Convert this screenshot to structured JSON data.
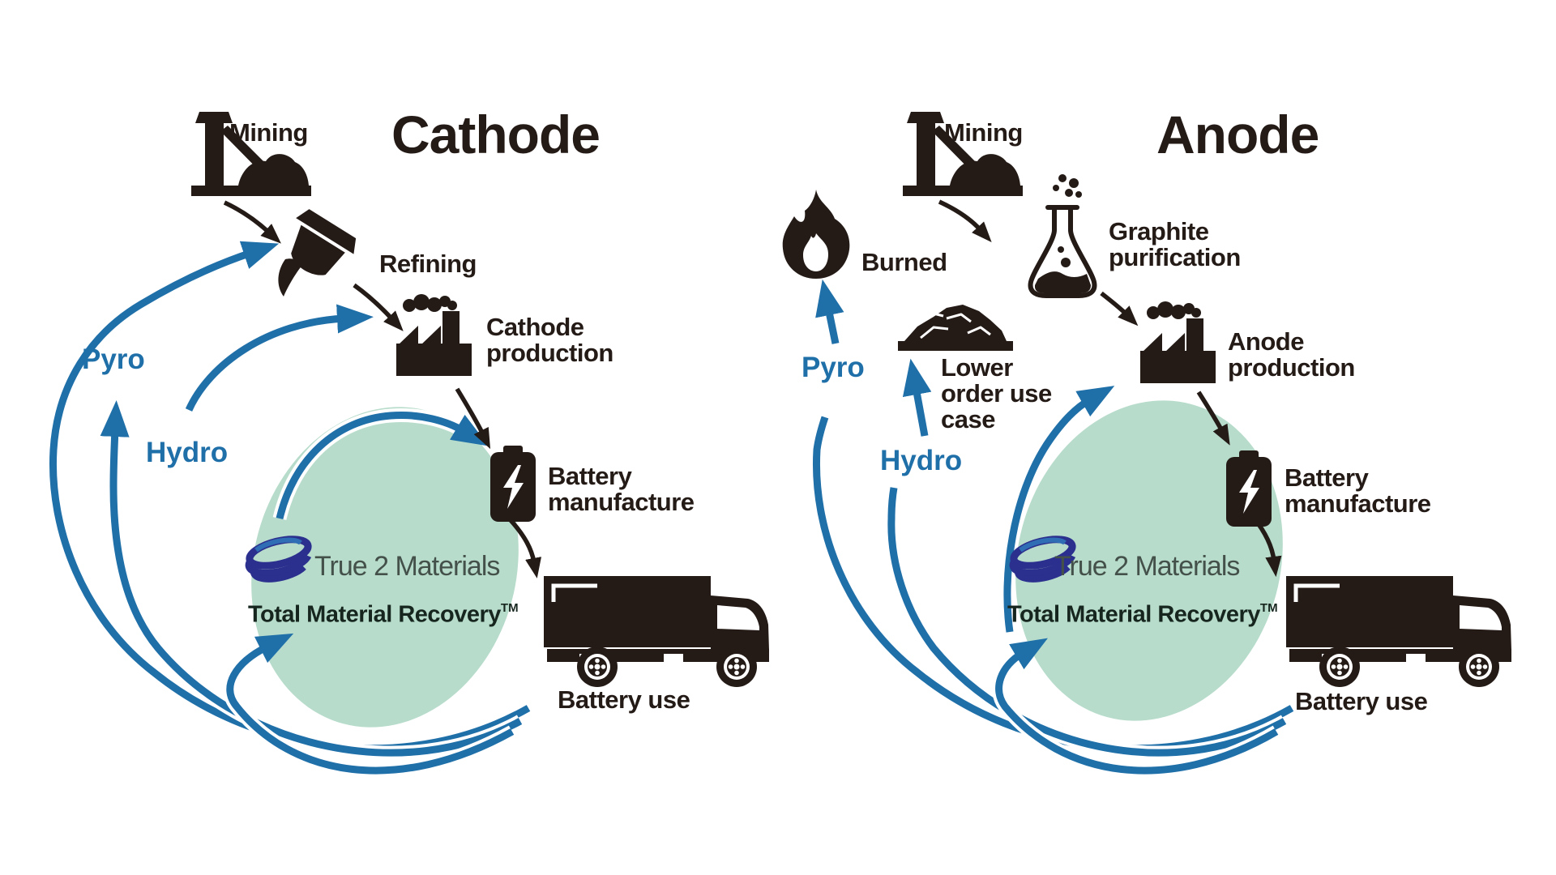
{
  "palette": {
    "ink": "#241a16",
    "blue": "#1f6fa9",
    "green": "#b7dccb",
    "navy": "#2b2f8e",
    "accent": "#2f6db5",
    "brand": "#44504a",
    "tag": "#16261f",
    "bg": "#ffffff"
  },
  "cathode": {
    "title": "Cathode",
    "mining": "Mining",
    "refining": "Refining",
    "production_line1": "Cathode",
    "production_line2": "production",
    "battery_line1": "Battery",
    "battery_line2": "manufacture",
    "battery_use": "Battery use",
    "pyro": "Pyro",
    "hydro": "Hydro",
    "brand_name": "True 2 Materials",
    "tagline": "Total Material Recovery",
    "tm": "TM"
  },
  "anode": {
    "title": "Anode",
    "mining": "Mining",
    "burned": "Burned",
    "purification_line1": "Graphite",
    "purification_line2": "purification",
    "lower_line1": "Lower",
    "lower_line2": "order use",
    "lower_line3": "case",
    "production_line1": "Anode",
    "production_line2": "production",
    "battery_line1": "Battery",
    "battery_line2": "manufacture",
    "battery_use": "Battery use",
    "pyro": "Pyro",
    "hydro": "Hydro",
    "brand_name": "True 2 Materials",
    "tagline": "Total Material Recovery",
    "tm": "TM"
  }
}
